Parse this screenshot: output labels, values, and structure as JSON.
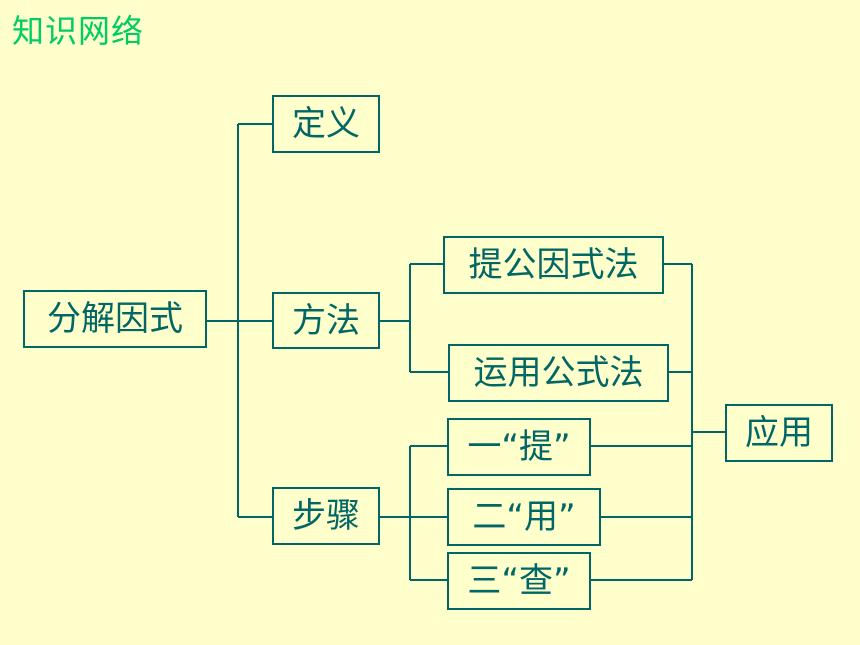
{
  "title": "知识网络",
  "nodes": {
    "root": "分解因式",
    "definition": "定义",
    "method": "方法",
    "steps": "步骤",
    "factor_out": "提公因式法",
    "formula": "运用公式法",
    "step1": "一“提”",
    "step2": "二“用”",
    "step3": "三“查”",
    "application": "应用"
  },
  "colors": {
    "background": "#FFFFCC",
    "node": "#006666",
    "title": "#00CC66"
  }
}
